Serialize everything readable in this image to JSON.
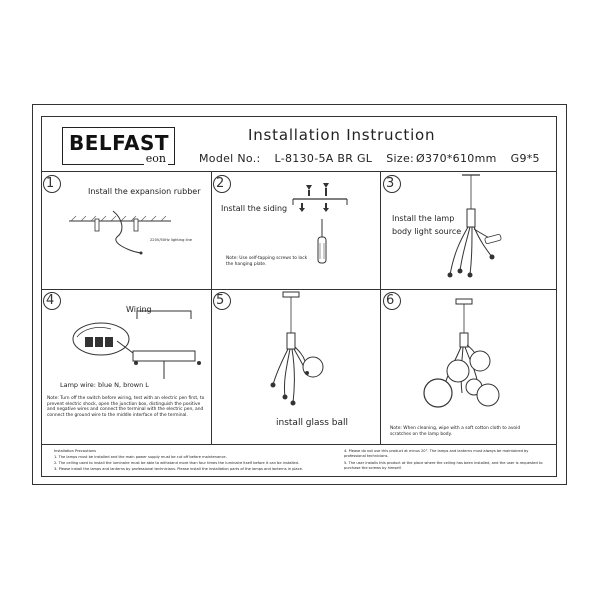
{
  "brand": {
    "name": "BELFAST",
    "sub": "eon"
  },
  "header": {
    "title": "Installation Instruction",
    "model_label": "Model No.:",
    "model_value": "L-8130-5A BR GL",
    "size_label": "Size:",
    "size_value": "Ø370*610mm",
    "bulb": "G9*5"
  },
  "steps": [
    {
      "num": "1",
      "label": "Install the expansion rubber",
      "note": "220V/50Hz lighting line"
    },
    {
      "num": "2",
      "label": "Install the siding",
      "note": "Note: Use self-tapping screws to lock the hanging plate."
    },
    {
      "num": "3",
      "label": "Install the lamp body light source"
    },
    {
      "num": "4",
      "label": "Wiring",
      "wire_label": "Lamp wire: blue N, brown L",
      "note": "Note: Turn off the switch before wiring, test with an electric pen first, to prevent electric shock, open the junction box, distinguish the positive and negative wires and connect the terminal with the electric pen, and connect the ground wire to the middle interface of the terminal."
    },
    {
      "num": "5",
      "label": "install glass ball"
    },
    {
      "num": "6",
      "note": "Note: When cleaning, wipe with a soft cotton cloth to avoid scratches on the lamp body."
    }
  ],
  "precautions": {
    "title": "Installation Precautions",
    "left": [
      "1. The lamps must be installed and the main power supply must be cut off before maintenance.",
      "2. The ceiling used to install the luminaire must be able to withstand more than four times the luminaire itself before it can be installed.",
      "3. Please install the lamps and lanterns by professional technicians. Please install the installation parts of the lamps and lanterns in place."
    ],
    "right": [
      "4. Please do not use this product at minus 20°. The lamps and lanterns must always be maintained by professional technicians.",
      "5. The user installs this product at the place where the ceiling has been installed, and the user is requested to purchase the screws by himself."
    ]
  }
}
